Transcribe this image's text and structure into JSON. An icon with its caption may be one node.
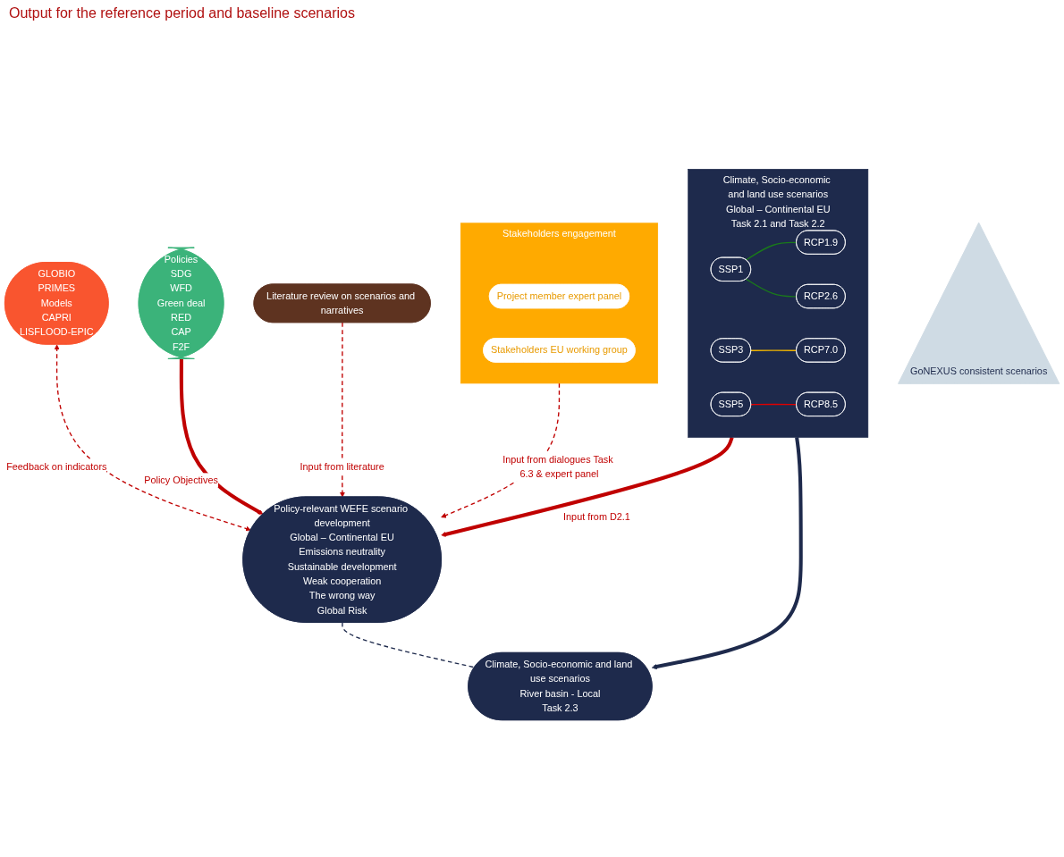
{
  "diagram": {
    "nodes": [
      {
        "text": [
          "GLOBIO",
          "PRIMES",
          "Models",
          "CAPRI",
          "LISFLOOD-EPIC"
        ]
      },
      {
        "text": [
          "Stakeholders engagement"
        ]
      },
      {
        "text": [
          "Project member expert panel"
        ],
        "in": 1
      },
      {
        "text": [
          "Stakeholders EU working group"
        ],
        "in": 1
      },
      {
        "text": [
          "Policies",
          "SDG",
          "WFD",
          "Green deal",
          "RED",
          "CAP",
          "F2F"
        ]
      },
      {
        "text": [
          "Policy-relevant WEFE scenario development",
          "Global – Continental EU",
          "Emissions neutrality",
          "Sustainable development",
          "Weak cooperation",
          "The wrong way",
          "Global Risk"
        ]
      },
      {
        "text": [
          "Literature review on scenarios and narratives"
        ]
      },
      {
        "text": [
          "GoNEXUS consistent scenarios"
        ]
      },
      {
        "text": [
          "Climate, Socio-economic and land use scenarios",
          "Global – Continental EU",
          "Task 2.1 and Task 2.2"
        ]
      },
      {
        "text": [
          "SSP1"
        ],
        "in": 8
      },
      {
        "text": [
          "SSP3"
        ],
        "in": 8
      },
      {
        "text": [
          "SSP5"
        ],
        "in": 8
      },
      {
        "text": [
          "RCP1.9"
        ],
        "in": 8
      },
      {
        "text": [
          "RCP2.6"
        ],
        "in": 8
      },
      {
        "text": [
          "RCP7.0"
        ],
        "in": 8
      },
      {
        "text": [
          "RCP8.5"
        ],
        "in": 8
      },
      {
        "text": [
          "Climate, Socio-economic and land use scenarios",
          "River basin - Local",
          "Task 2.3"
        ]
      }
    ],
    "edges": [
      {
        "from": 0,
        "to": 5,
        "arrow": "both",
        "style": "dashed",
        "label": "Feedback on indicators"
      },
      {
        "from": 1,
        "to": 5,
        "arrow": "to",
        "style": "dashed",
        "label": "Input from dialogues Task 6.3 & expert panel"
      },
      {
        "from": 4,
        "to": 5,
        "arrow": "to",
        "style": "thick",
        "label": "Policy Objectives"
      },
      {
        "from": 6,
        "to": 5,
        "arrow": "to",
        "style": "dashed",
        "label": "Input from literature"
      },
      {
        "from": 8,
        "to": 5,
        "arrow": "to",
        "style": "thick",
        "label": "Input from D2.1"
      },
      {
        "from": 8,
        "to": 16,
        "arrow": "to",
        "style": "thick",
        "color": "#1e2a4c"
      },
      {
        "from": 5,
        "to": 16,
        "arrow": "none",
        "style": "dashed",
        "color": "#1e2a4c"
      },
      {
        "from": 9,
        "to": 12,
        "arrow": "none",
        "color": "#1a7a1a"
      },
      {
        "from": 9,
        "to": 13,
        "arrow": "none",
        "color": "#1a7a1a"
      },
      {
        "from": 10,
        "to": 14,
        "arrow": "none",
        "color": "#f0b400"
      },
      {
        "from": 11,
        "to": 15,
        "arrow": "none",
        "color": "#e00000"
      }
    ],
    "labels": [
      "Output for the reference period and baseline scenarios"
    ]
  }
}
